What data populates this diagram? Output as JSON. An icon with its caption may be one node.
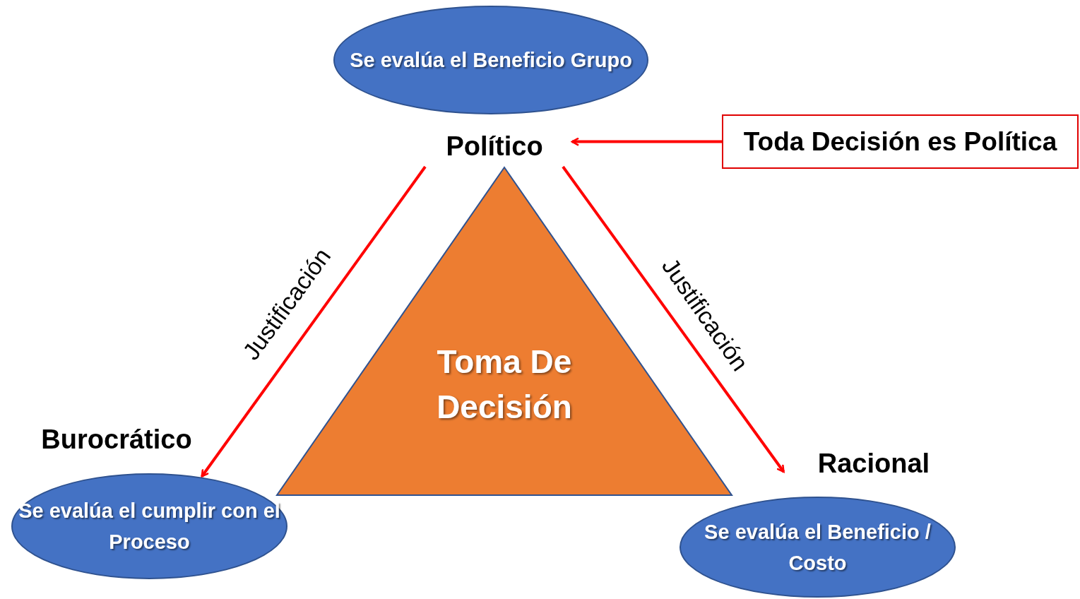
{
  "diagram": {
    "nodes": [
      {
        "text": [
          "Se evalúa el Beneficio Grupo"
        ]
      },
      {
        "text": [
          "Político"
        ]
      },
      {
        "text": [
          "Toda Decisión es Política"
        ]
      },
      {
        "text": [
          "Toma De Decisión"
        ]
      },
      {
        "text": [
          "Burocrático"
        ]
      },
      {
        "text": [
          "Se evalúa el cumplir con el Proceso"
        ]
      },
      {
        "text": [
          "Racional"
        ]
      },
      {
        "text": [
          "Se evalúa el Beneficio / Costo"
        ]
      }
    ],
    "edges": [
      {
        "from": 2,
        "to": 1,
        "arrow": "to"
      },
      {
        "from": 1,
        "to": 5,
        "arrow": "to",
        "label": "Justificación"
      },
      {
        "from": 1,
        "to": 6,
        "arrow": "to",
        "label": "Justificación"
      }
    ]
  }
}
